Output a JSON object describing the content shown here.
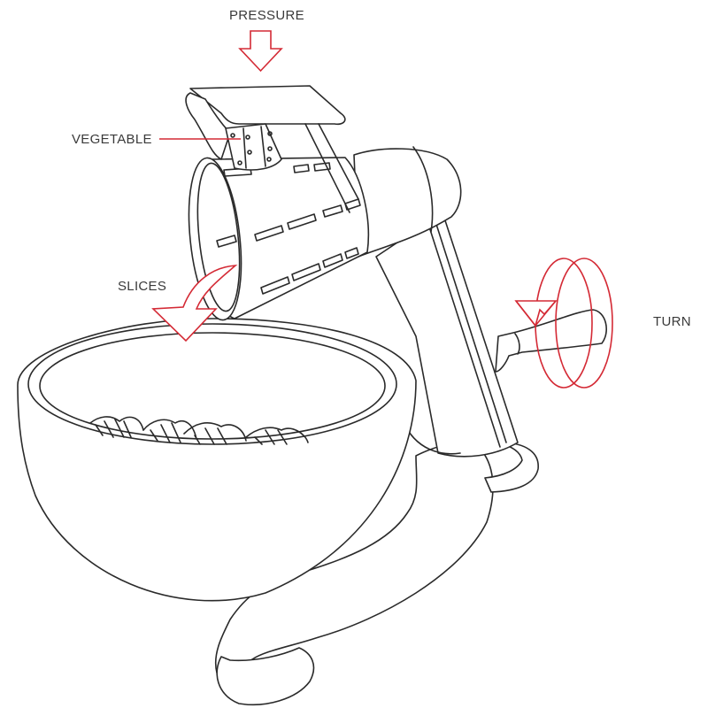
{
  "diagram": {
    "subject": "Rotary drum vegetable slicer",
    "labels": {
      "pressure": "PRESSURE",
      "vegetable": "VEGETABLE",
      "slices": "SLICES",
      "turn": "TURN"
    },
    "colors": {
      "line": "#2a2a2a",
      "accent": "#d42a35",
      "text": "#3a3a3a",
      "background": "#ffffff"
    },
    "icons": {
      "pressure": "down-arrow-icon",
      "slices": "curved-down-arrow-icon",
      "turn": "rotation-arrow-icon"
    }
  }
}
